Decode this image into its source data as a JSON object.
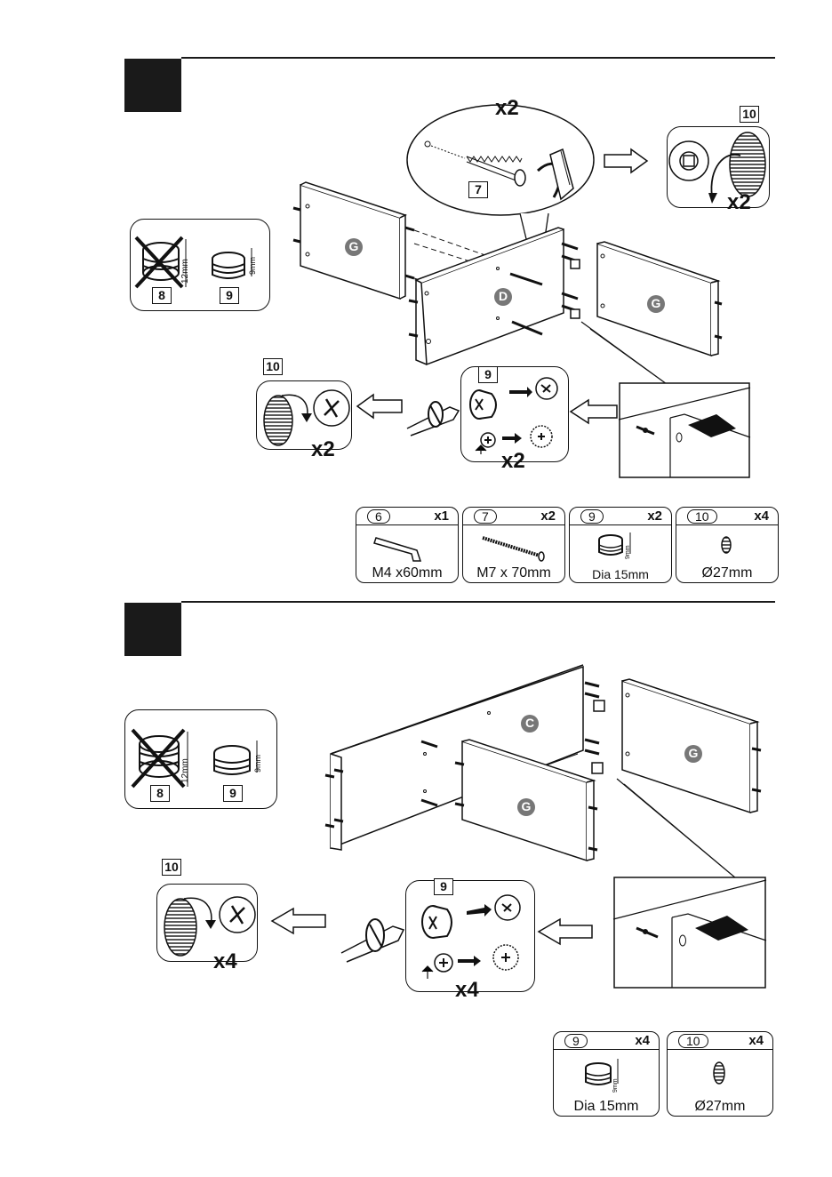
{
  "step1": {
    "callout_qty": "x2",
    "screw_num": "7",
    "cap_num": "10",
    "cap_qty": "x2",
    "panel_left": "G",
    "panel_center": "D",
    "panel_right": "G",
    "cam_wrong_num": "8",
    "cam_wrong_dim": "12mm",
    "cam_right_num": "9",
    "cam_right_dim": "9mm",
    "cam_step_num": "9",
    "cam_step_qty": "x2",
    "cap_step_num": "10",
    "cap_step_qty": "x2",
    "parts": [
      {
        "num": "6",
        "qty": "x1",
        "dim": "M4 x60mm",
        "icon": "allen-key-icon"
      },
      {
        "num": "7",
        "qty": "x2",
        "dim": "M7 x 70mm",
        "icon": "screw-icon"
      },
      {
        "num": "9",
        "qty": "x2",
        "dim": "Dia 15mm",
        "icon": "cam-lock-icon",
        "small": "9mm"
      },
      {
        "num": "10",
        "qty": "x4",
        "dim": "Ø27mm",
        "icon": "cap-icon"
      }
    ]
  },
  "step2": {
    "panel_back": "C",
    "panel_front": "G",
    "panel_right": "G",
    "cam_wrong_num": "8",
    "cam_wrong_dim": "12mm",
    "cam_right_num": "9",
    "cam_right_dim": "9mm",
    "cam_step_num": "9",
    "cam_step_qty": "x4",
    "cap_step_num": "10",
    "cap_step_qty": "x4",
    "parts": [
      {
        "num": "9",
        "qty": "x4",
        "dim": "Dia 15mm",
        "icon": "cam-lock-icon",
        "small": "9mm"
      },
      {
        "num": "10",
        "qty": "x4",
        "dim": "Ø27mm",
        "icon": "cap-icon"
      }
    ]
  }
}
